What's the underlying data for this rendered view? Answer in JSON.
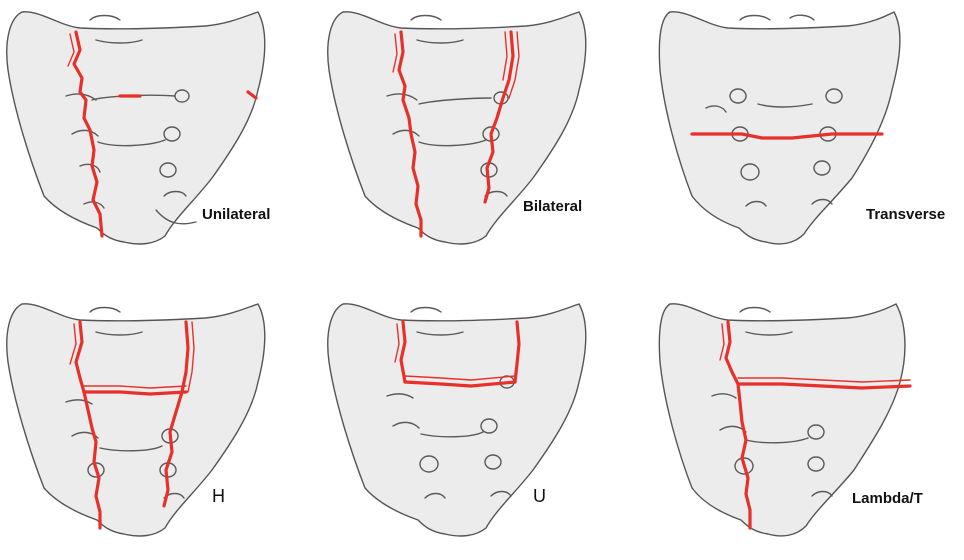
{
  "figure": {
    "panels": [
      {
        "label": "Unilateral",
        "vertical": "left",
        "transverse": "none"
      },
      {
        "label": "Bilateral",
        "vertical": "both",
        "transverse": "none"
      },
      {
        "label": "Transverse",
        "vertical": "none",
        "transverse": "full-lower"
      },
      {
        "label": "H",
        "vertical": "both",
        "transverse": "middle"
      },
      {
        "label": "U",
        "vertical": "upper-both",
        "transverse": "middle"
      },
      {
        "label": "Lambda/T",
        "vertical": "left",
        "transverse": "right-half"
      }
    ],
    "colors": {
      "bone_fill": "#ececec",
      "outline": "#555555",
      "fracture": "#e8302a",
      "background": "#ffffff"
    }
  }
}
